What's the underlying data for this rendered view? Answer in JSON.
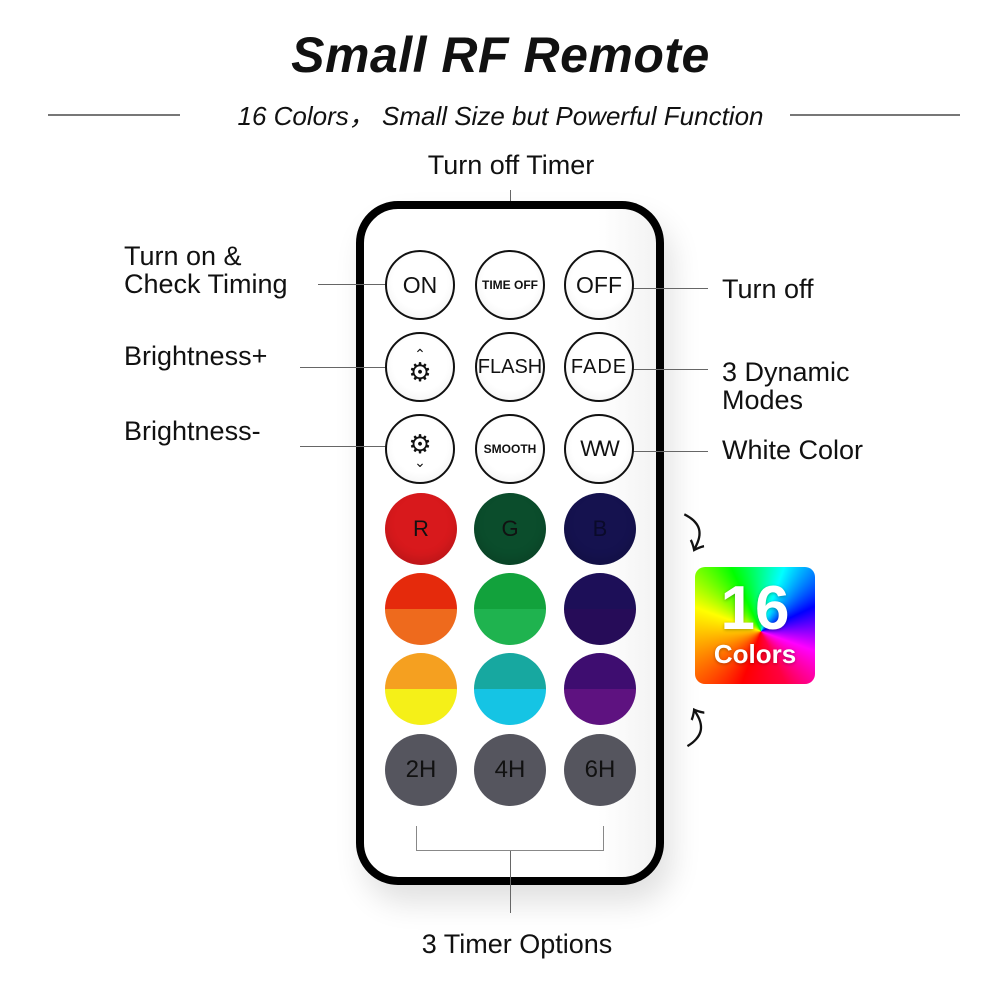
{
  "header": {
    "title": "Small RF Remote",
    "subtitle": "16 Colors， Small Size but Powerful Function"
  },
  "callouts": {
    "top": "Turn off Timer",
    "left": [
      "Turn on &",
      "Check Timing",
      "Brightness+",
      "Brightness-"
    ],
    "right": [
      "Turn off",
      "3 Dynamic",
      "Modes",
      "White Color"
    ],
    "bottom": "3 Timer Options"
  },
  "remote": {
    "function_buttons": [
      {
        "label": "ON",
        "icon": null
      },
      {
        "label": "TIME OFF",
        "icon": null
      },
      {
        "label": "OFF",
        "icon": null
      },
      {
        "label": "",
        "icon": "brightness-up-icon"
      },
      {
        "label": "FLASH",
        "icon": null
      },
      {
        "label": "FADE",
        "icon": null
      },
      {
        "label": "",
        "icon": "brightness-down-icon"
      },
      {
        "label": "SMOOTH",
        "icon": null
      },
      {
        "label": "WW",
        "icon": null
      }
    ],
    "color_buttons": [
      {
        "label": "R",
        "top": "#d8191c",
        "bottom": "#d8191c"
      },
      {
        "label": "G",
        "top": "#0b4d2c",
        "bottom": "#0b4d2c"
      },
      {
        "label": "B",
        "top": "#15124f",
        "bottom": "#15124f"
      },
      {
        "label": "",
        "top": "#e52a0c",
        "bottom": "#ee6a1d"
      },
      {
        "label": "",
        "top": "#12a23c",
        "bottom": "#1fb34f"
      },
      {
        "label": "",
        "top": "#1d0f58",
        "bottom": "#260c58"
      },
      {
        "label": "",
        "top": "#f5a020",
        "bottom": "#f5f018"
      },
      {
        "label": "",
        "top": "#17a8a0",
        "bottom": "#15c4e4"
      },
      {
        "label": "",
        "top": "#3e0d70",
        "bottom": "#5e1280"
      }
    ],
    "timer_buttons": [
      "2H",
      "4H",
      "6H"
    ]
  },
  "badge": {
    "number": "16",
    "text": "Colors"
  },
  "colors": {
    "outline": "#000000",
    "timer_button": "#55555e",
    "leader_line": "#666666"
  }
}
